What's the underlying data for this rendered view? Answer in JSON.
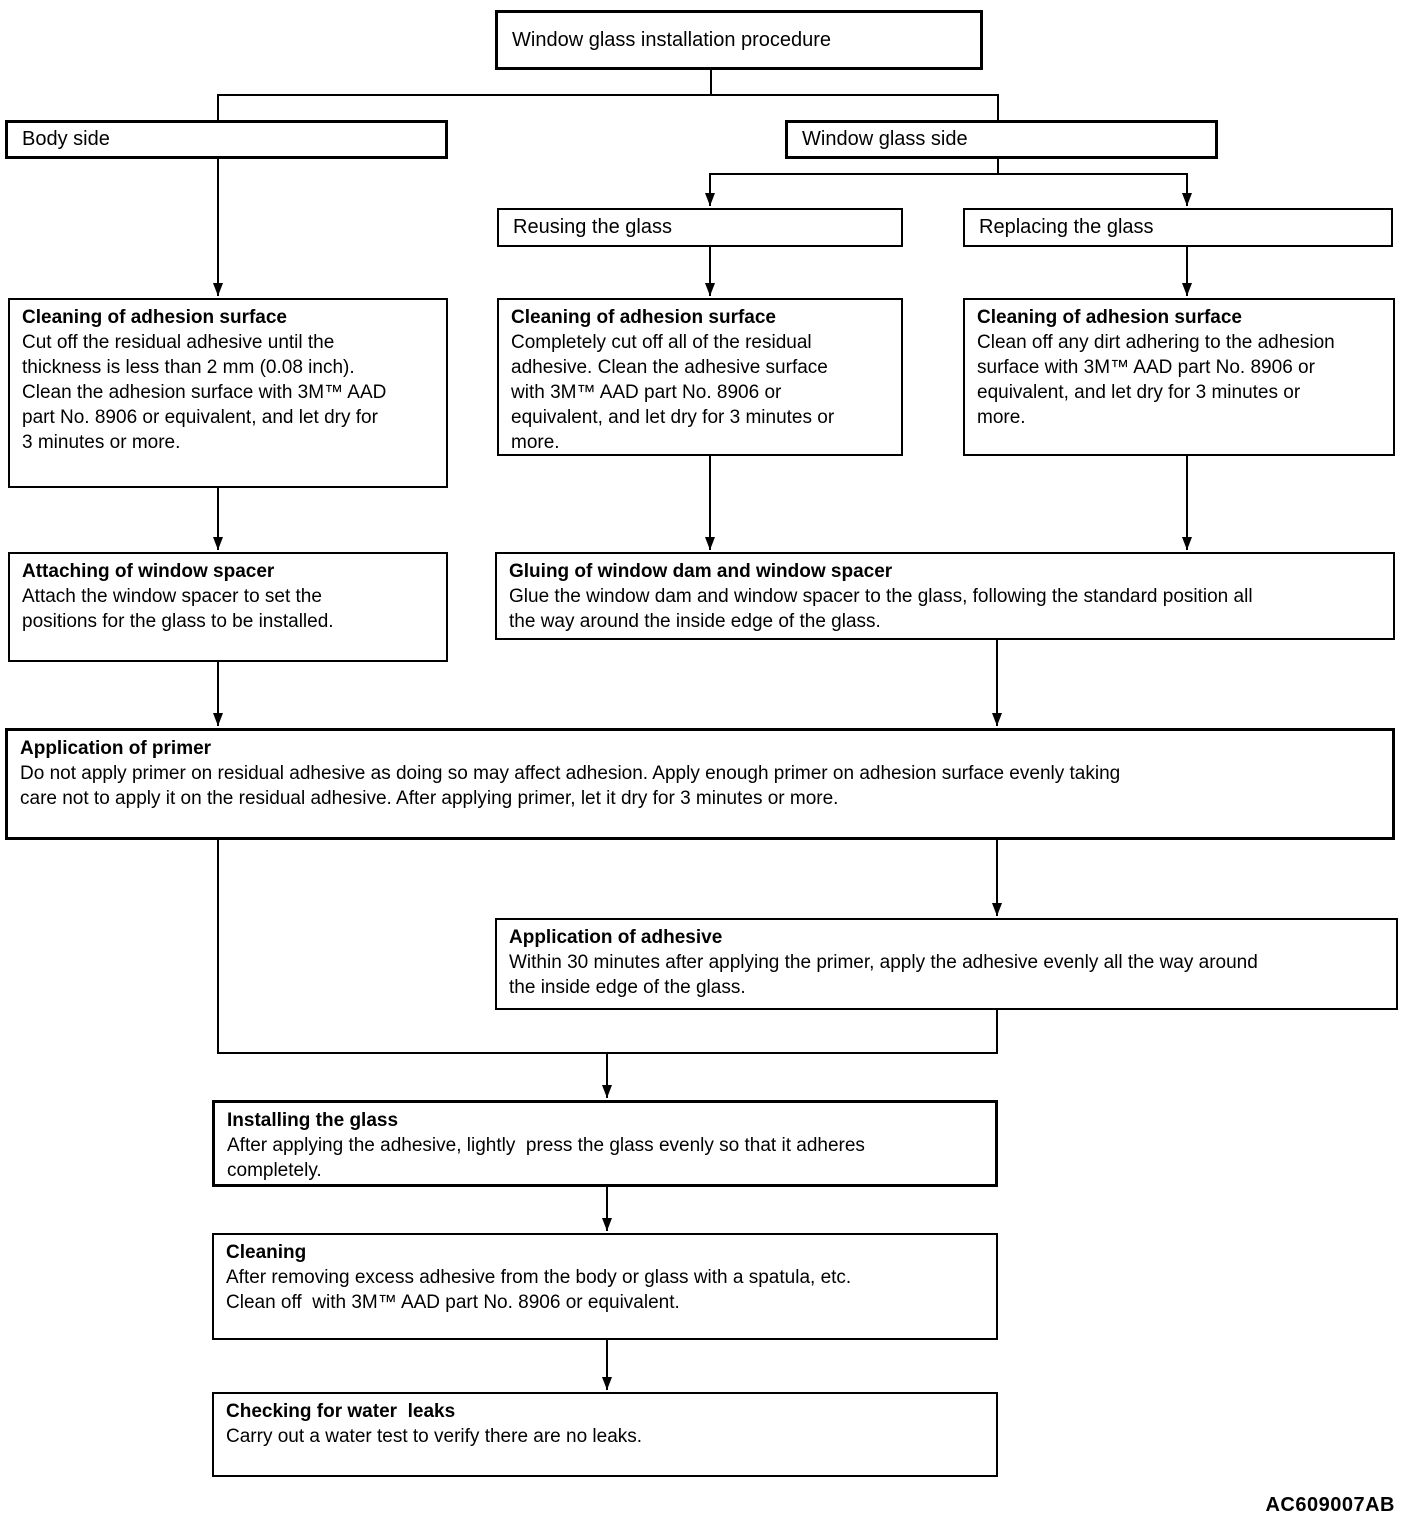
{
  "page": {
    "background": "#ffffff",
    "ink": "#000000"
  },
  "footer": {
    "code": "AC609007AB"
  },
  "nodes": {
    "root": {
      "label": "Window glass installation procedure"
    },
    "body_side": {
      "label": "Body side"
    },
    "window_glass_side": {
      "label": "Window glass side"
    },
    "reusing": {
      "label": "Reusing the glass"
    },
    "replacing": {
      "label": "Replacing  the glass"
    },
    "cleaning_body": {
      "title": "Cleaning of adhesion surface",
      "body": "Cut off the residual adhesive until the\nthickness is less than 2 mm (0.08 inch).\nClean the adhesion surface with 3M™ AAD\npart No. 8906 or equivalent, and let dry for\n3 minutes or more."
    },
    "cleaning_reuse": {
      "title": "Cleaning of adhesion surface",
      "body": "Completely cut off all of the residual\nadhesive. Clean the adhesive surface\nwith 3M™ AAD part No. 8906 or\nequivalent, and let dry for 3 minutes or\nmore."
    },
    "cleaning_replace": {
      "title": "Cleaning of adhesion surface",
      "body": "Clean off any dirt adhering to the adhesion\nsurface with 3M™ AAD part No. 8906 or\nequivalent, and let dry for 3 minutes or\nmore."
    },
    "attaching": {
      "title": "Attaching of window spacer",
      "body": "Attach the window spacer to set the\npositions for the glass to be installed."
    },
    "gluing": {
      "title": "Gluing of window dam and window spacer",
      "body": "Glue the window dam and window spacer to the glass, following the standard position all\nthe way around the inside edge of the glass."
    },
    "primer": {
      "title": "Application of primer",
      "body": "Do not apply primer on residual adhesive as doing so may affect adhesion. Apply enough primer on adhesion surface evenly taking\ncare not to apply it on the residual adhesive. After applying primer, let it dry for 3 minutes or more."
    },
    "adhesive": {
      "title": "Application of adhesive",
      "body": "Within 30 minutes after applying the primer, apply the adhesive evenly all the way around\nthe inside edge of the glass."
    },
    "installing": {
      "title": "Installing the glass",
      "body": "After applying the adhesive, lightly  press the glass evenly so that it adheres\ncompletely."
    },
    "cleaning": {
      "title": "Cleaning",
      "body": "After removing excess adhesive from the body or glass with a spatula, etc.\nClean off  with 3M™ AAD part No. 8906 or equivalent."
    },
    "checking": {
      "title": "Checking for water  leaks",
      "body": "Carry out a water test to verify there are no leaks."
    }
  }
}
